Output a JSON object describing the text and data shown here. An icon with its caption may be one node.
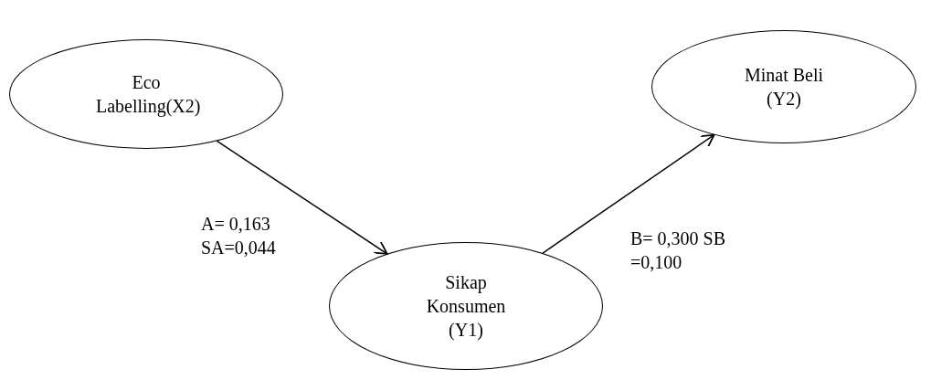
{
  "diagram": {
    "nodes": [
      {
        "text": [
          "Eco Labelling(X2)"
        ]
      },
      {
        "text": [
          "Minat Beli (Y2)"
        ]
      },
      {
        "text": [
          "Sikap Konsumen (Y1)"
        ]
      }
    ],
    "edges": [
      {
        "from": 0,
        "to": 2,
        "arrow": "to",
        "label": "A= 0,163 SA=0,044"
      },
      {
        "from": 2,
        "to": 1,
        "arrow": "to",
        "label": "B= 0,300 SB =0,100"
      }
    ]
  }
}
